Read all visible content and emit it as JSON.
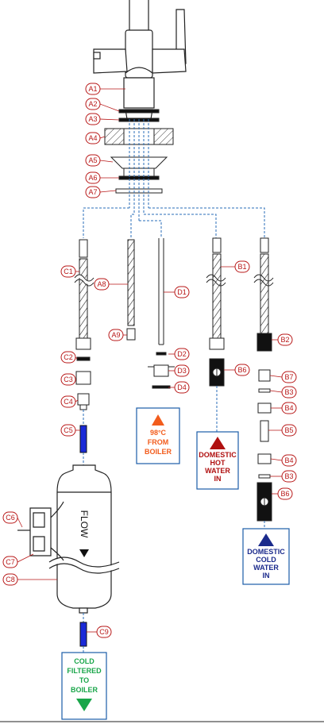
{
  "labels": {
    "a1": "A1",
    "a2": "A2",
    "a3": "A3",
    "a4": "A4",
    "a5": "A5",
    "a6": "A6",
    "a7": "A7",
    "a8": "A8",
    "a9": "A9",
    "b1": "B1",
    "b2": "B2",
    "b3_top": "B3",
    "b3_bottom": "B3",
    "b4_top": "B4",
    "b4_bottom": "B4",
    "b5": "B5",
    "b6_hot": "B6",
    "b6_cold": "B6",
    "b7": "B7",
    "c1": "C1",
    "c2": "C2",
    "c3": "C3",
    "c4": "C4",
    "c5": "C5",
    "c6": "C6",
    "c7": "C7",
    "c8": "C8",
    "c9": "C9",
    "d1": "D1",
    "d2": "D2",
    "d3": "D3",
    "d4": "D4"
  },
  "filter_text": "FLOW",
  "boxes": {
    "boiler_hot": {
      "line1": "98°C",
      "line2": "FROM",
      "line3": "BOILER"
    },
    "domestic_hot": {
      "line1": "DOMESTIC",
      "line2": "HOT",
      "line3": "WATER",
      "line4": "IN"
    },
    "domestic_cold": {
      "line1": "DOMESTIC",
      "line2": "COLD",
      "line3": "WATER",
      "line4": "IN"
    },
    "cold_filtered": {
      "line1": "COLD",
      "line2": "FILTERED",
      "line3": "TO",
      "line4": "BOILER"
    }
  },
  "colors": {
    "label_red": "#b81818",
    "pipe_blue": "#2a6db8",
    "hot_orange": "#f25c1c",
    "hot_red": "#b01010",
    "cold_navy": "#1a2a8c",
    "filtered_green": "#1aa64a",
    "tube_blue": "#1a2ad8"
  }
}
